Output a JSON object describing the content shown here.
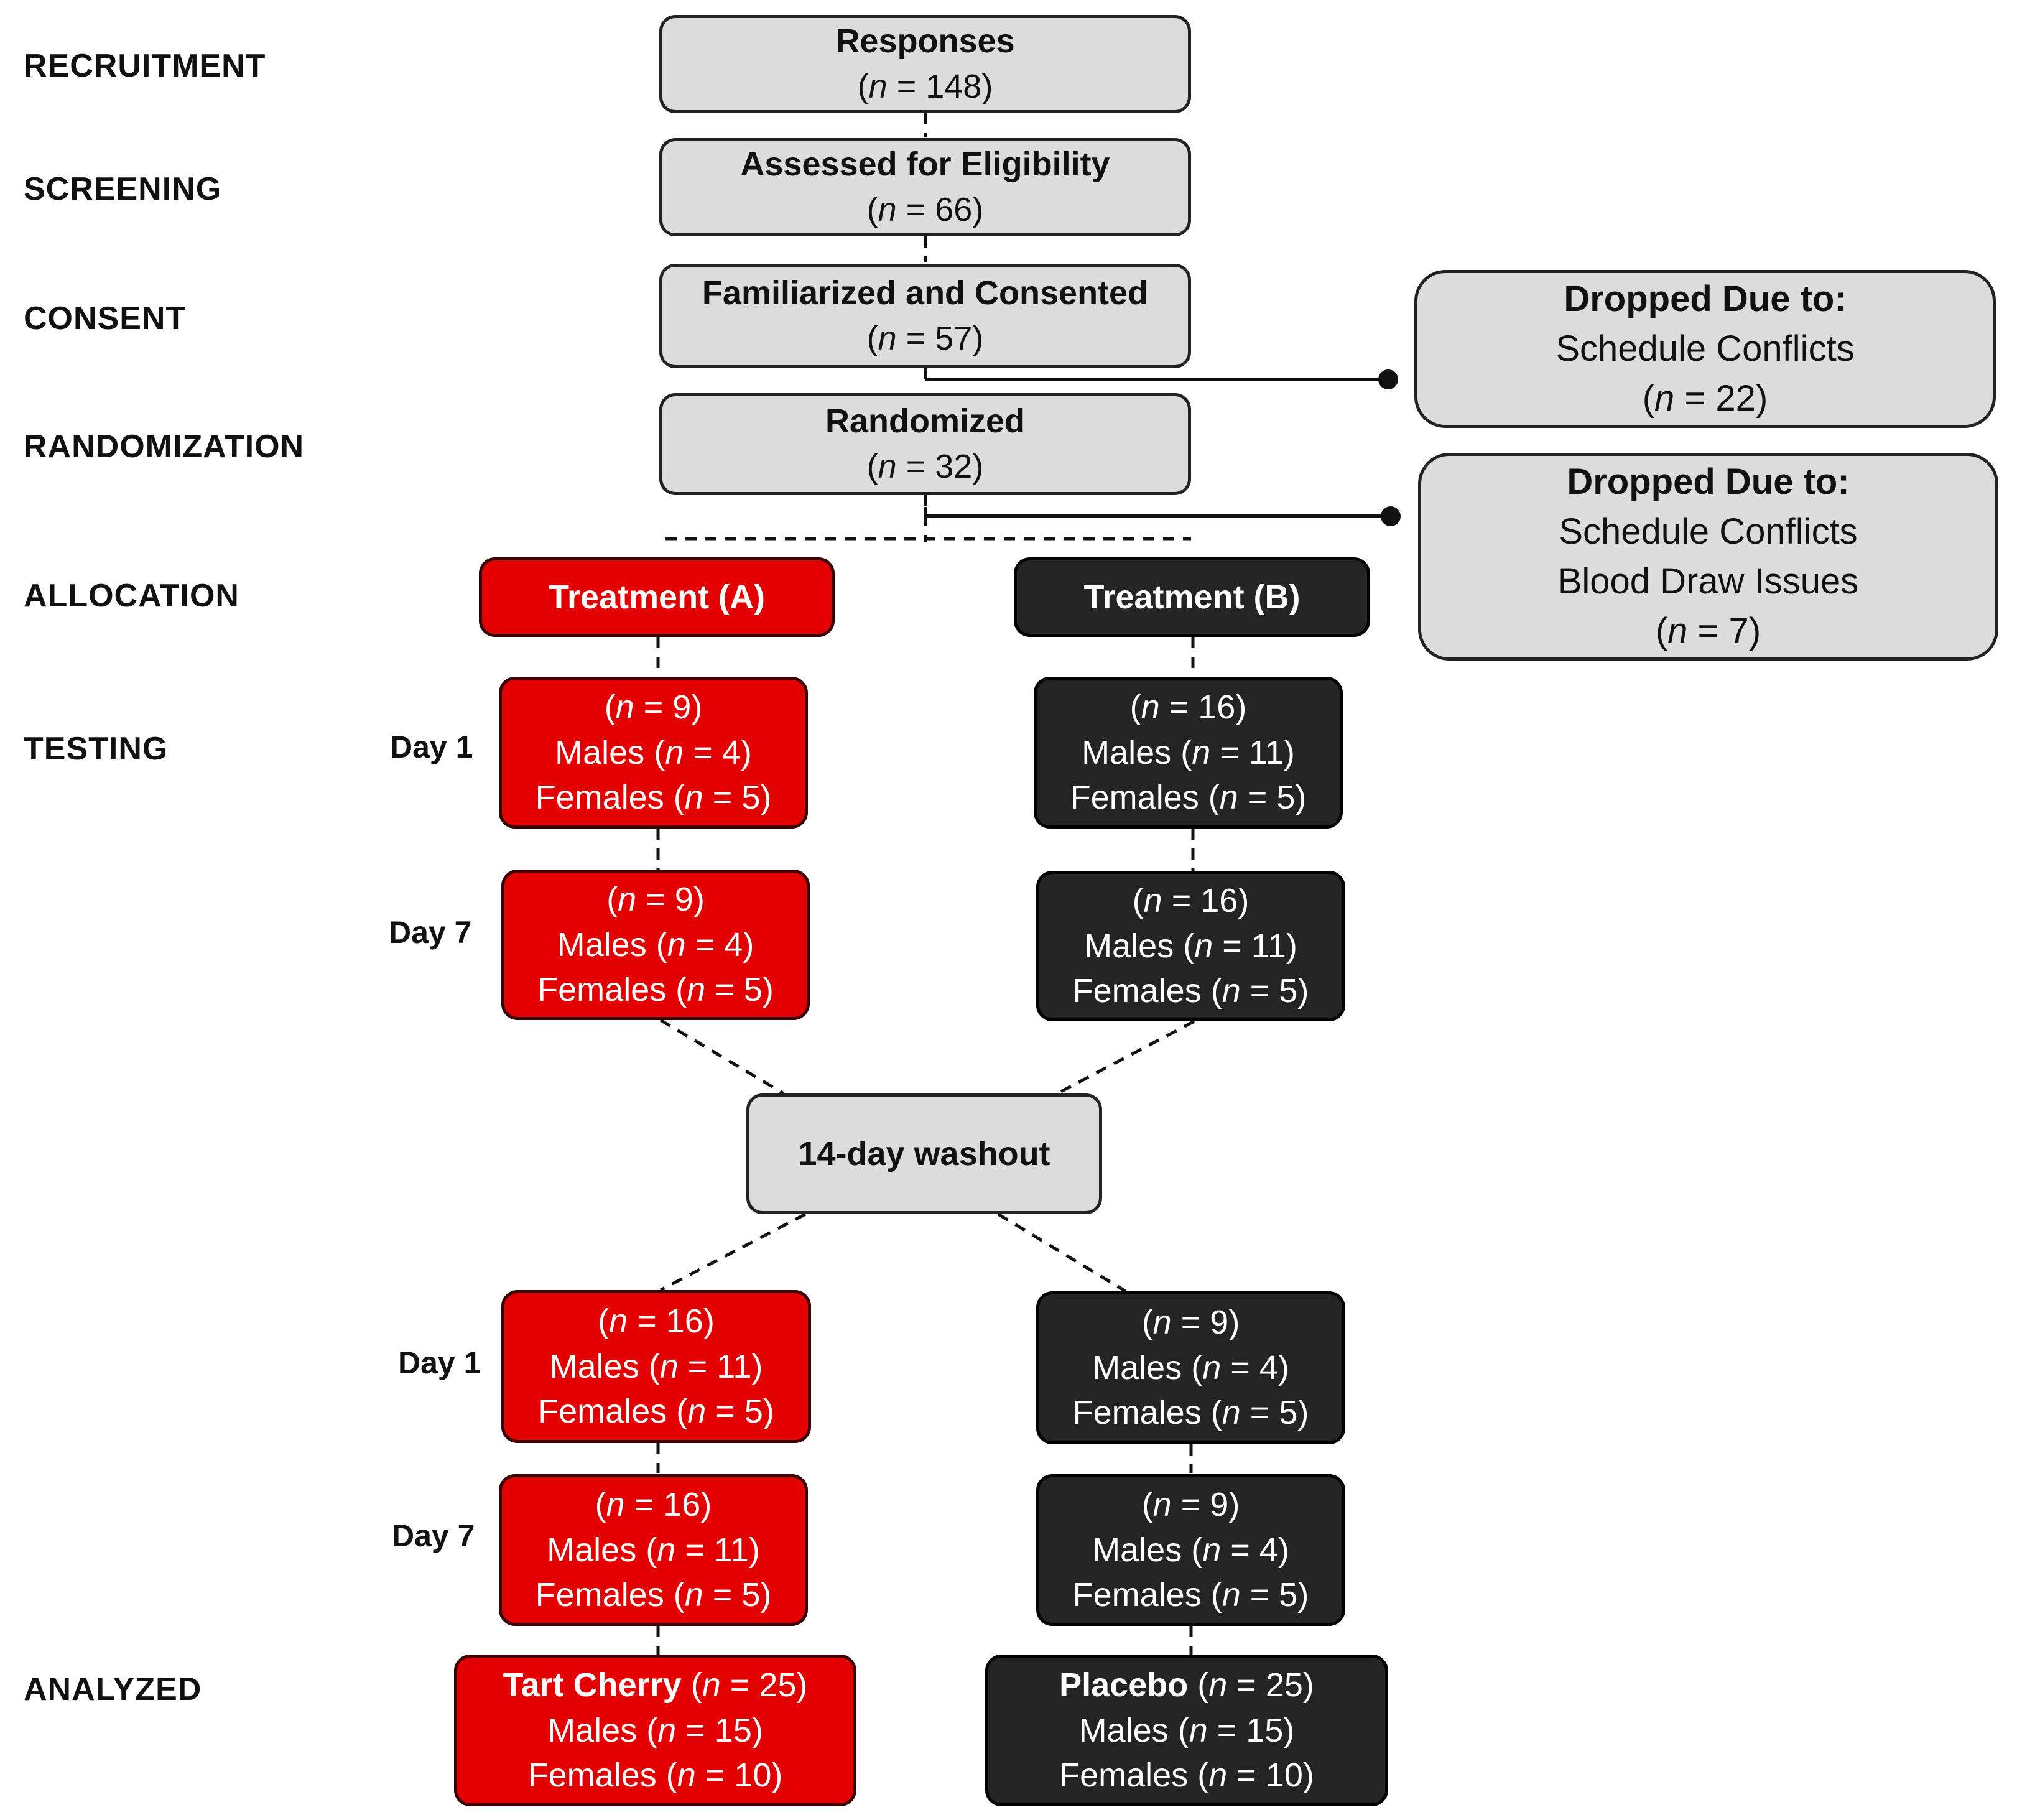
{
  "stages": {
    "recruitment": "RECRUITMENT",
    "screening": "SCREENING",
    "consent": "CONSENT",
    "randomization": "RANDOMIZATION",
    "allocation": "ALLOCATION",
    "testing": "TESTING",
    "analyzed": "ANALYZED"
  },
  "day_labels": {
    "day1": "Day 1",
    "day7": "Day 7"
  },
  "flow": {
    "responses": {
      "title": "Responses",
      "n": "148"
    },
    "eligibility": {
      "title": "Assessed for Eligibility",
      "n": "66"
    },
    "consented": {
      "title": "Familiarized and Consented",
      "n": "57"
    },
    "randomized": {
      "title": "Randomized",
      "n": "32"
    }
  },
  "dropped1": {
    "title": "Dropped Due to:",
    "reason1": "Schedule Conflicts",
    "n": "22"
  },
  "dropped2": {
    "title": "Dropped Due to:",
    "reason1": "Schedule Conflicts",
    "reason2": "Blood Draw Issues",
    "n": "7"
  },
  "treatments": {
    "a": "Treatment (A)",
    "b": "Treatment (B)"
  },
  "labels": {
    "n": "n",
    "males": "Males",
    "females": "Females"
  },
  "testing": {
    "a_day1_p1": {
      "n": "9",
      "males": "4",
      "females": "5"
    },
    "a_day7_p1": {
      "n": "9",
      "males": "4",
      "females": "5"
    },
    "b_day1_p1": {
      "n": "16",
      "males": "11",
      "females": "5"
    },
    "b_day7_p1": {
      "n": "16",
      "males": "11",
      "females": "5"
    },
    "a_day1_p2": {
      "n": "16",
      "males": "11",
      "females": "5"
    },
    "a_day7_p2": {
      "n": "16",
      "males": "11",
      "females": "5"
    },
    "b_day1_p2": {
      "n": "9",
      "males": "4",
      "females": "5"
    },
    "b_day7_p2": {
      "n": "9",
      "males": "4",
      "females": "5"
    }
  },
  "washout": "14-day washout",
  "analyzed": {
    "tart": {
      "label": "Tart Cherry",
      "n": "25",
      "males": "15",
      "females": "10"
    },
    "placebo": {
      "label": "Placebo",
      "n": "25",
      "males": "15",
      "females": "10"
    }
  },
  "colors": {
    "red": "#e20000",
    "dark": "#242424",
    "gray": "#dcdcdc"
  }
}
